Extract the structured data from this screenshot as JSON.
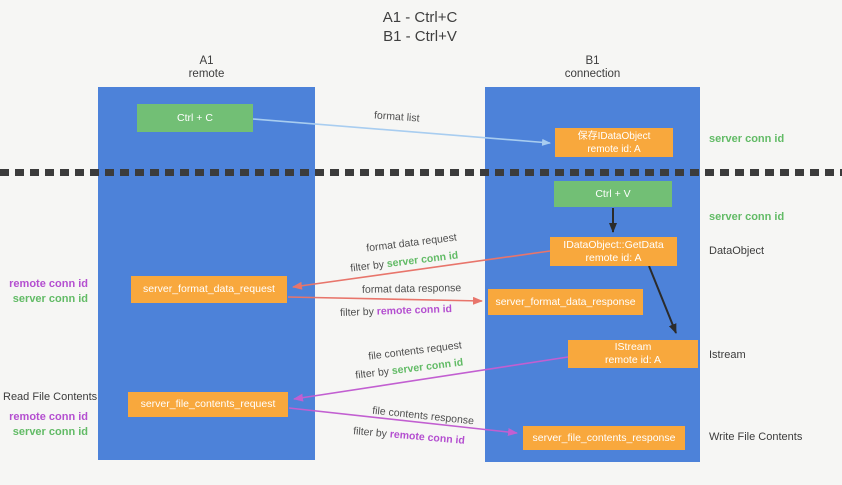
{
  "title": {
    "lines": [
      "A1 - Ctrl+C",
      "B1 - Ctrl+V"
    ]
  },
  "lanes": {
    "a1": {
      "title": "A1",
      "subtitle": "remote"
    },
    "b1": {
      "title": "B1",
      "subtitle": "connection"
    }
  },
  "nodes": {
    "ctrl_c": {
      "label": "Ctrl + C"
    },
    "ctrl_v": {
      "label": "Ctrl + V"
    },
    "save_dataobject": {
      "line1": "保存IDataObject",
      "line2": "remote id: A"
    },
    "getdata": {
      "line1": "IDataObject::GetData",
      "line2": "remote id: A"
    },
    "istream": {
      "line1": "IStream",
      "line2": "remote id: A"
    },
    "format_request": {
      "label": "server_format_data_request"
    },
    "format_response": {
      "label": "server_format_data_response"
    },
    "file_request": {
      "label": "server_file_contents_request"
    },
    "file_response": {
      "label": "server_file_contents_response"
    }
  },
  "edges": {
    "format_list": {
      "label": "format list"
    },
    "format_request": {
      "label": "format data request",
      "filter_prefix": "filter by",
      "filter_key": "server conn id"
    },
    "format_response": {
      "label": "format data response",
      "filter_prefix": "filter by",
      "filter_key": "remote conn id"
    },
    "file_request": {
      "label": "file contents request",
      "filter_prefix": "filter by",
      "filter_key": "server conn id"
    },
    "file_response": {
      "label": "file contents response",
      "filter_prefix": "filter by",
      "filter_key": "remote conn id"
    }
  },
  "annotations": {
    "left": {
      "format_remote": "remote conn id",
      "format_server": "server conn id",
      "read_file": "Read File Contents",
      "file_remote": "remote conn id",
      "file_server": "server conn id"
    },
    "right": {
      "server_conn_top": "server conn id",
      "server_conn_mid": "server conn id",
      "dataobject": "DataObject",
      "istream": "Istream",
      "write_file": "Write File Contents"
    }
  },
  "colors": {
    "lane_blue": "#4d82d9",
    "node_green": "#72bf75",
    "node_orange": "#f8a83d",
    "arrow_light_blue": "#a8cdf0",
    "arrow_red": "#e8756b",
    "arrow_purple": "#c25fd1",
    "arrow_black": "#2b2b2b",
    "text_green": "#62bb66",
    "text_purple": "#b44fd0",
    "text_dark": "#3c3c3c",
    "background": "#f6f6f4"
  }
}
